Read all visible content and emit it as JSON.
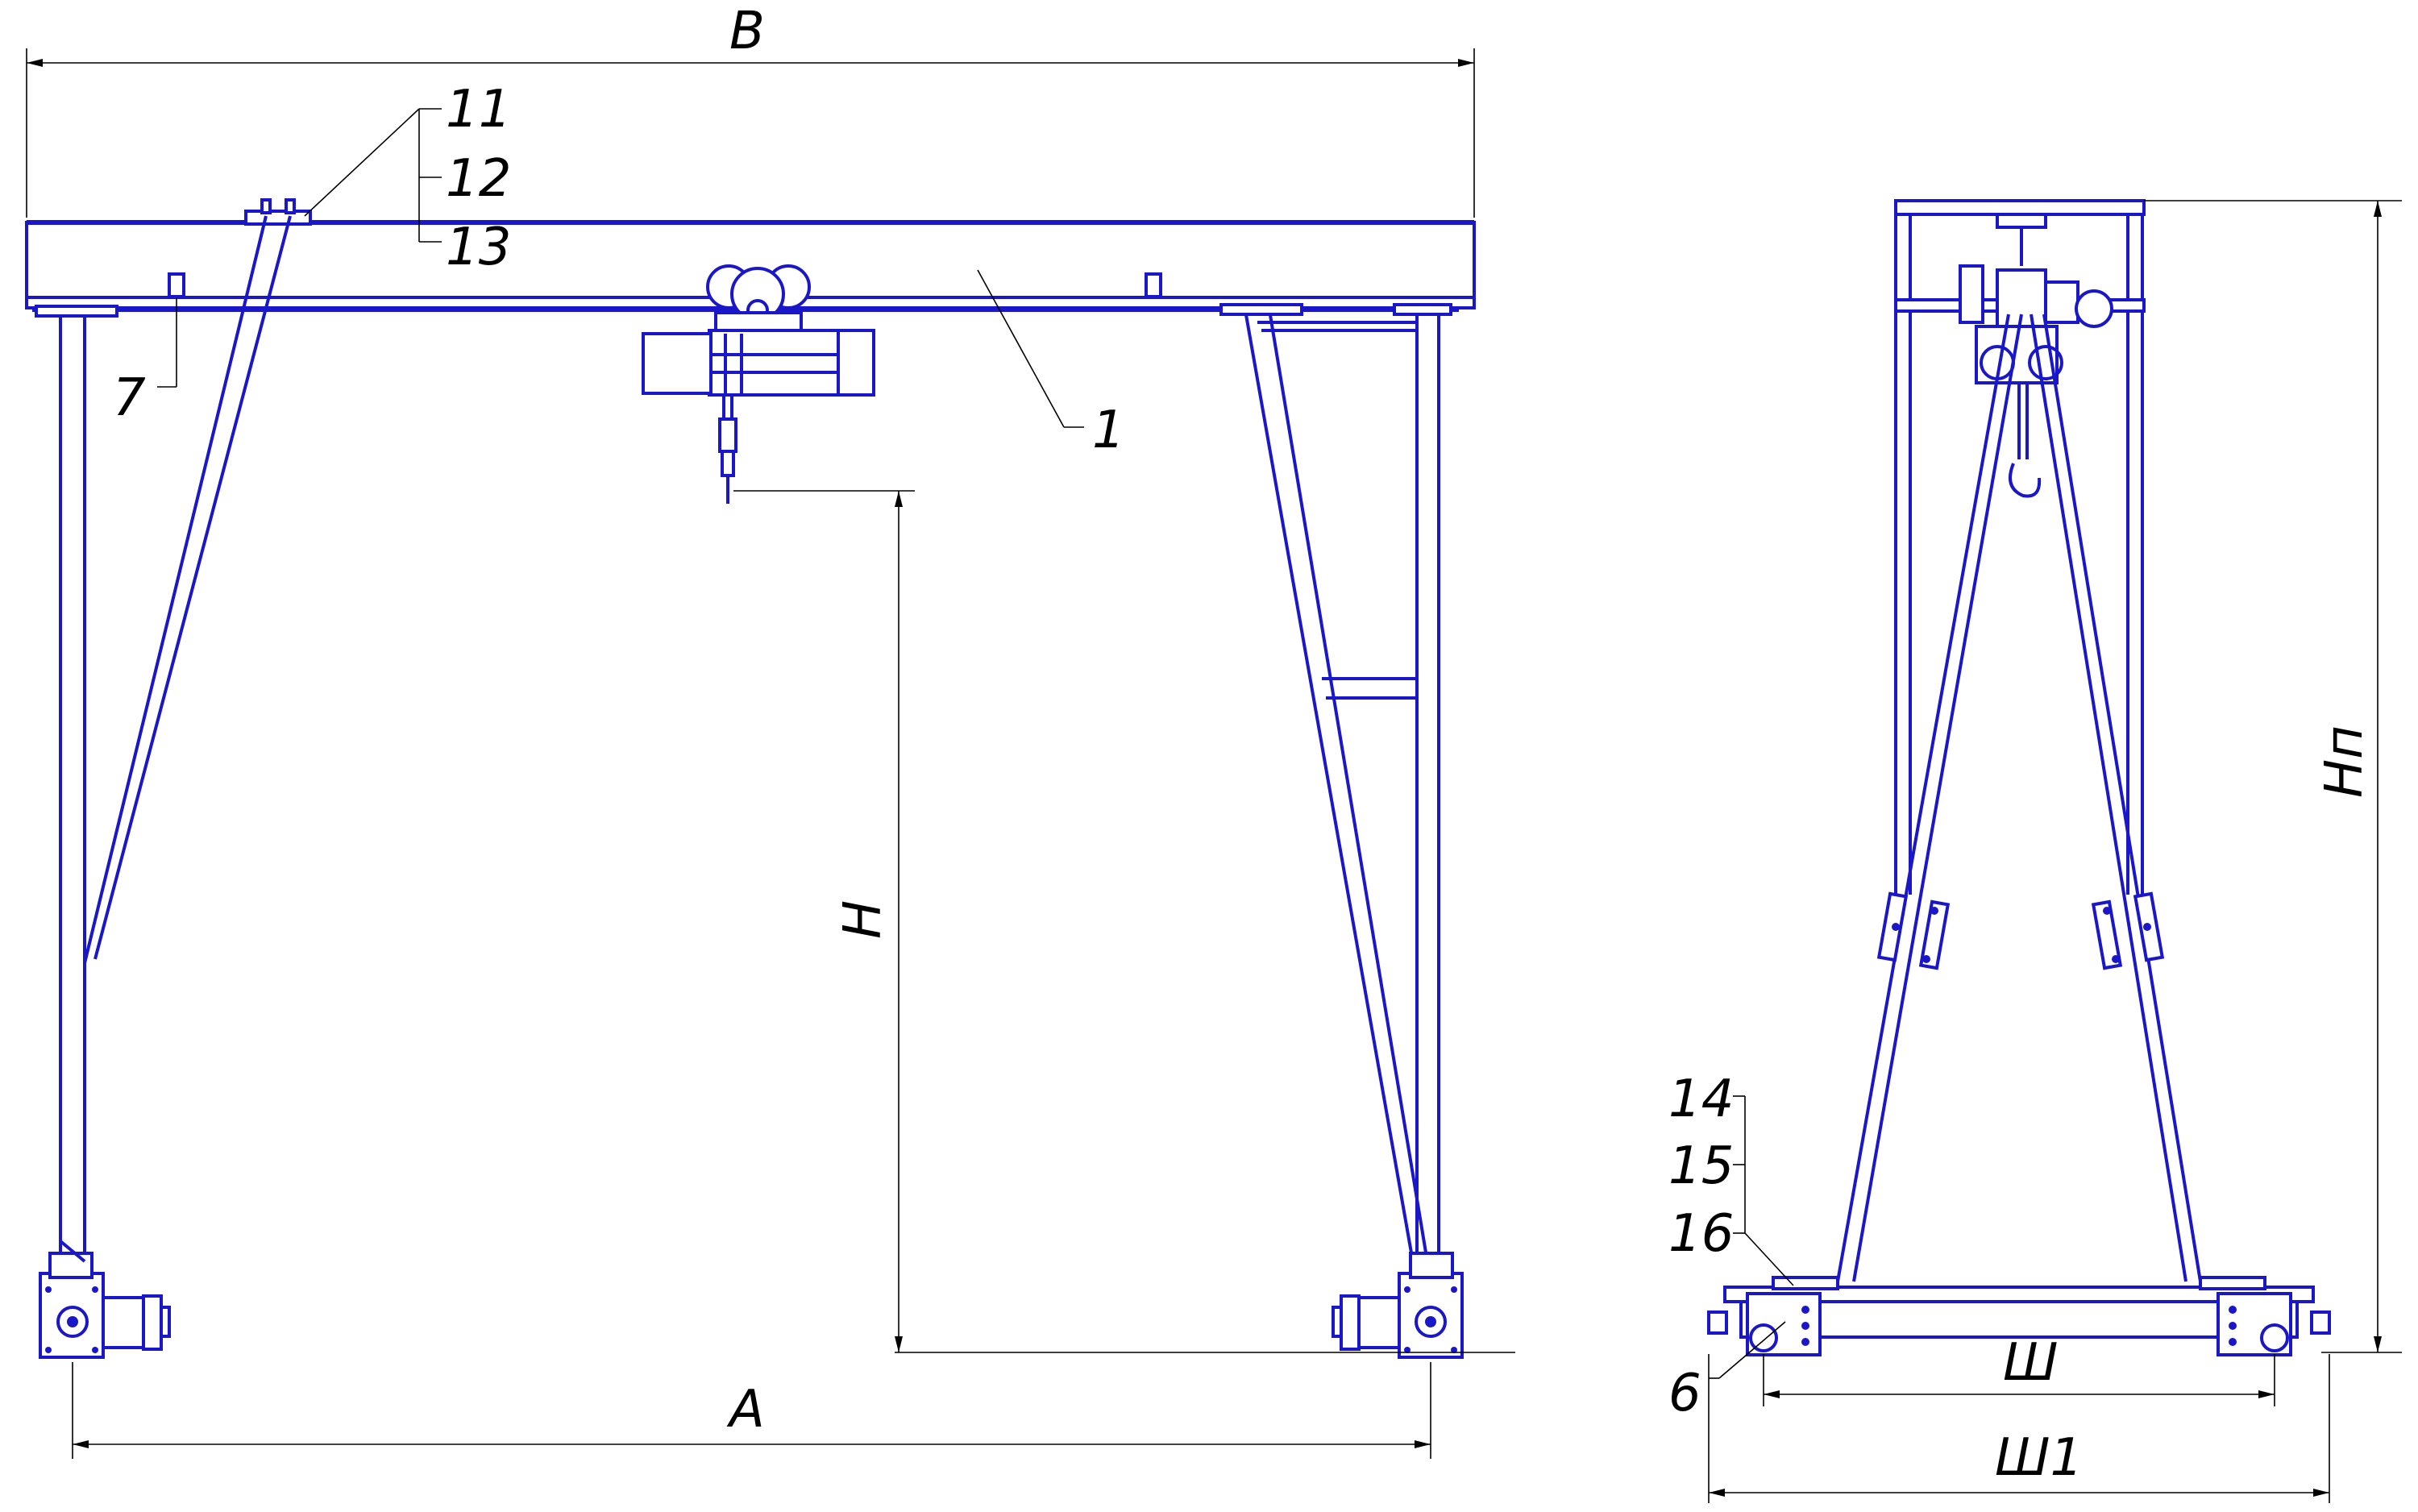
{
  "dimensions": {
    "span_overall": "B",
    "span": "A",
    "lift_height": "H",
    "total_height": "Hп",
    "base_width": "Ш",
    "base_width_overall": "Ш1"
  },
  "callouts": {
    "c1": "1",
    "c6": "6",
    "c7": "7",
    "c11": "11",
    "c12": "12",
    "c13": "13",
    "c14": "14",
    "c15": "15",
    "c16": "16"
  },
  "colors": {
    "line": "#1a17c8",
    "dimension": "#000000",
    "background": "#ffffff"
  }
}
